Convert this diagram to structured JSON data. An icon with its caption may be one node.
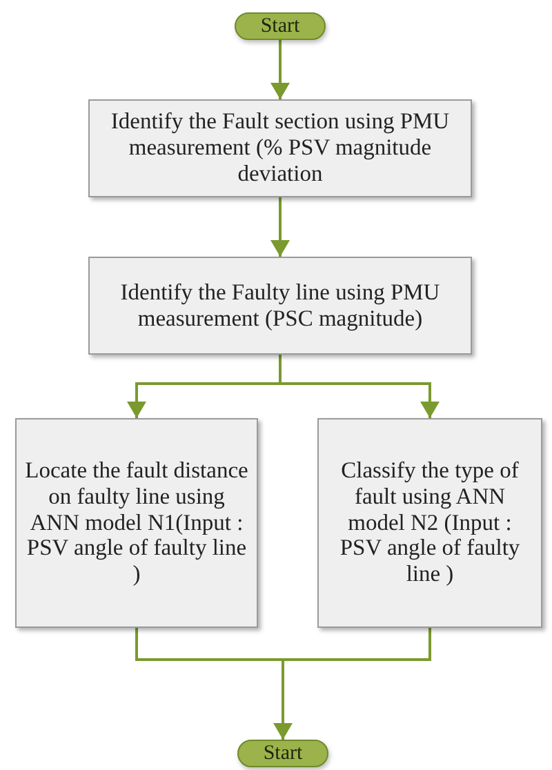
{
  "diagram": {
    "nodes": [
      {
        "text": [
          "Start"
        ]
      },
      {
        "text": [
          "Identify the Fault section using PMU measurement (% PSV magnitude deviation"
        ]
      },
      {
        "text": [
          "Identify the Faulty line using PMU measurement (PSC magnitude)"
        ]
      },
      {
        "text": [
          "Locate the fault distance on faulty line using ANN model N1(Input : PSV angle of faulty line )"
        ]
      },
      {
        "text": [
          "Classify the type of fault using ANN model N2 (Input : PSV angle of faulty line )"
        ]
      },
      {
        "text": [
          "Start"
        ]
      }
    ],
    "edges": [
      {
        "from": 0,
        "to": 1,
        "arrow": "to"
      },
      {
        "from": 1,
        "to": 2,
        "arrow": "to"
      },
      {
        "from": 2,
        "to": 3,
        "arrow": "to"
      },
      {
        "from": 2,
        "to": 4,
        "arrow": "to"
      },
      {
        "from": 3,
        "to": 5,
        "arrow": "none"
      },
      {
        "from": 4,
        "to": 5,
        "arrow": "to"
      }
    ]
  }
}
